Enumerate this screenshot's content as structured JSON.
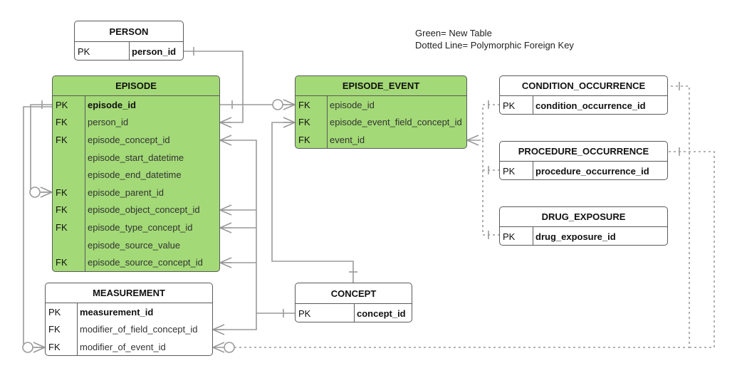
{
  "legend": [
    "Green= New Table",
    "Dotted Line= Polymorphic Foreign Key"
  ],
  "tables": {
    "person": {
      "title": "PERSON",
      "rows": [
        {
          "key": "PK",
          "field": "person_id"
        }
      ]
    },
    "episode": {
      "title": "EPISODE",
      "rows": [
        {
          "key": "PK",
          "field": "episode_id"
        },
        {
          "key": "FK",
          "field": "person_id"
        },
        {
          "key": "FK",
          "field": "episode_concept_id"
        },
        {
          "key": "",
          "field": "episode_start_datetime"
        },
        {
          "key": "",
          "field": "episode_end_datetime"
        },
        {
          "key": "FK",
          "field": "episode_parent_id"
        },
        {
          "key": "FK",
          "field": "episode_object_concept_id"
        },
        {
          "key": "FK",
          "field": "episode_type_concept_id"
        },
        {
          "key": "",
          "field": "episode_source_value"
        },
        {
          "key": "FK",
          "field": "episode_source_concept_id"
        }
      ]
    },
    "episode_event": {
      "title": "EPISODE_EVENT",
      "rows": [
        {
          "key": "FK",
          "field": "episode_id"
        },
        {
          "key": "FK",
          "field": "episode_event_field_concept_id"
        },
        {
          "key": "FK",
          "field": "event_id"
        }
      ]
    },
    "measurement": {
      "title": "MEASUREMENT",
      "rows": [
        {
          "key": "PK",
          "field": "measurement_id"
        },
        {
          "key": "FK",
          "field": "modifier_of_field_concept_id"
        },
        {
          "key": "FK",
          "field": "modifier_of_event_id"
        }
      ]
    },
    "concept": {
      "title": "CONCEPT",
      "rows": [
        {
          "key": "PK",
          "field": "concept_id"
        }
      ]
    },
    "condition_occurrence": {
      "title": "CONDITION_OCCURRENCE",
      "rows": [
        {
          "key": "PK",
          "field": "condition_occurrence_id"
        }
      ]
    },
    "procedure_occurrence": {
      "title": "PROCEDURE_OCCURRENCE",
      "rows": [
        {
          "key": "PK",
          "field": "procedure_occurrence_id"
        }
      ]
    },
    "drug_exposure": {
      "title": "DRUG_EXPOSURE",
      "rows": [
        {
          "key": "PK",
          "field": "drug_exposure_id"
        }
      ]
    }
  },
  "colors": {
    "new_table": "#a3d977",
    "border": "#5a5a5a",
    "line": "#9a9a9a"
  }
}
